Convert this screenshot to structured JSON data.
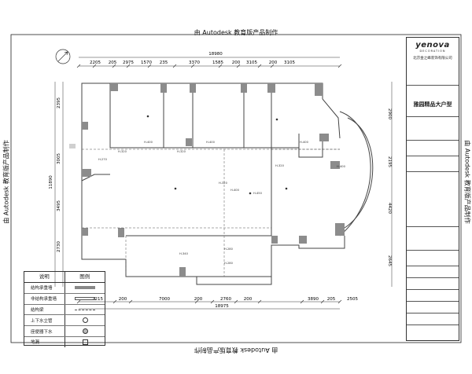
{
  "watermark": "由 Autodesk 教育版产品制作",
  "dims_top": [
    "2205",
    "205",
    "2975",
    "1570",
    "235",
    "3370",
    "1585",
    "200",
    "3105",
    "200",
    "3105"
  ],
  "dim_top_total": "18980",
  "dims_bottom": [
    "2215",
    "200",
    "7000",
    "200",
    "2760",
    "200",
    "3890",
    "205",
    "2505"
  ],
  "dim_bottom_total": "18975",
  "dims_left": [
    "2395",
    "3005",
    "3495",
    "2730"
  ],
  "dim_left_total": "11890",
  "dims_right": [
    "2900",
    "2195",
    "4420",
    "2645"
  ],
  "room_labels": [
    "H-400",
    "H-320",
    "H-400",
    "H-320",
    "H-400",
    "H-270",
    "H-320",
    "H-400",
    "H-450",
    "H-320",
    "H-400",
    "H-340",
    "H-280",
    "H-280"
  ],
  "legend": {
    "header_left": "说明",
    "header_right": "图例",
    "rows": [
      "结构承重墙",
      "非结构承重墙",
      "结构梁",
      "上下水立管",
      "座便器下水",
      "地漏"
    ]
  },
  "title_block": {
    "logo": "yenova",
    "logo_sub": "DECORATION",
    "company": "北京金之峰装饰有限公司",
    "project": "雅园精品大户型"
  }
}
